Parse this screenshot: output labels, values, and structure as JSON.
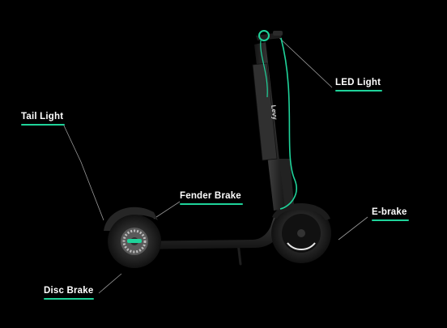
{
  "colors": {
    "background": "#000000",
    "accent": "#1fd39a",
    "leader_line": "#9a9a9a",
    "label_text": "#ffffff",
    "scooter_body": "#2a2a2a",
    "tire": "#202020"
  },
  "scooter": {
    "brand_text": "Levy"
  },
  "callouts": {
    "led_light": "LED Light",
    "tail_light": "Tail Light",
    "fender_brake": "Fender Brake",
    "e_brake": "E-brake",
    "disc_brake": "Disc Brake"
  }
}
